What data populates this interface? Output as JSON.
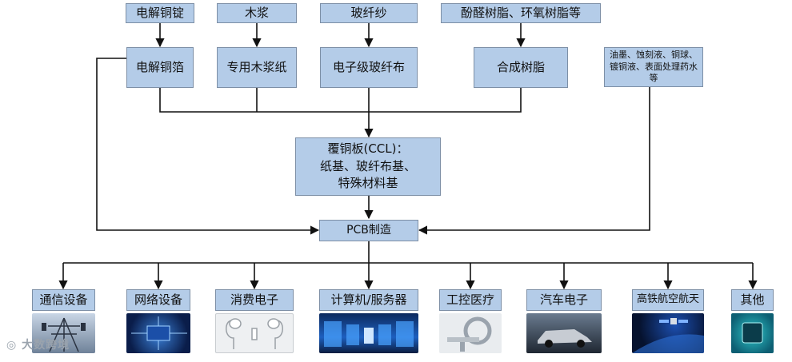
{
  "raw_materials": {
    "copper_ingot": "电解铜锭",
    "wood_pulp": "木浆",
    "glass_yarn": "玻纤纱",
    "resins": "酚醛树脂、环氧树脂等"
  },
  "intermediates": {
    "copper_foil": "电解铜箔",
    "pulp_paper": "专用木浆纸",
    "glass_cloth": "电子级玻纤布",
    "synthetic_resin": "合成树脂",
    "chemicals": "油墨、蚀刻液、铜球、镀铜液、表面处理药水等"
  },
  "ccl": {
    "line1": "覆铜板(CCL)：",
    "line2": "纸基、玻纤布基、",
    "line3": "特殊材料基"
  },
  "pcb": "PCB制造",
  "applications": [
    {
      "label": "通信设备",
      "image": "telecom-tower-photo"
    },
    {
      "label": "网络设备",
      "image": "network-chip-photo"
    },
    {
      "label": "消费电子",
      "image": "earphones-photo"
    },
    {
      "label": "计算机/服务器",
      "image": "server-room-photo"
    },
    {
      "label": "工控医疗",
      "image": "medical-scanner-photo"
    },
    {
      "label": "汽车电子",
      "image": "car-photo"
    },
    {
      "label": "高铁航空航天",
      "image": "satellite-photo"
    },
    {
      "label": "其他",
      "image": "cpu-chip-photo"
    }
  ],
  "watermark": "大数跨境",
  "colors": {
    "box_fill": "#b4cce8",
    "box_border": "#7d8fa6",
    "line": "#111111"
  }
}
